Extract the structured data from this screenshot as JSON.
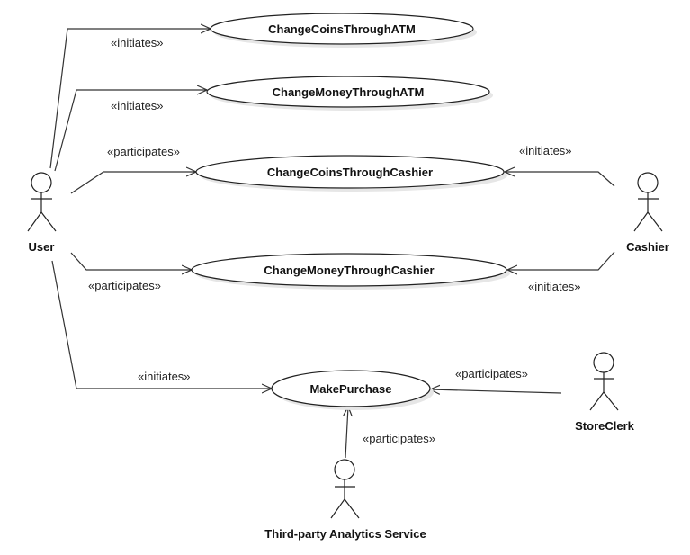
{
  "diagram": {
    "type": "UML use case diagram",
    "actors": [
      {
        "id": "user",
        "label": "User"
      },
      {
        "id": "cashier",
        "label": "Cashier"
      },
      {
        "id": "storeclerk",
        "label": "StoreClerk"
      },
      {
        "id": "analytics",
        "label": "Third-party Analytics Service"
      }
    ],
    "use_cases": [
      {
        "id": "uc1",
        "label": "ChangeCoinsThroughATM"
      },
      {
        "id": "uc2",
        "label": "ChangeMoneyThroughATM"
      },
      {
        "id": "uc3",
        "label": "ChangeCoinsThroughCashier"
      },
      {
        "id": "uc4",
        "label": "ChangeMoneyThroughCashier"
      },
      {
        "id": "uc5",
        "label": "MakePurchase"
      }
    ],
    "associations": [
      {
        "from": "user",
        "to": "uc1",
        "stereotype": "«initiates»"
      },
      {
        "from": "user",
        "to": "uc2",
        "stereotype": "«initiates»"
      },
      {
        "from": "user",
        "to": "uc3",
        "stereotype": "«participates»"
      },
      {
        "from": "user",
        "to": "uc4",
        "stereotype": "«participates»"
      },
      {
        "from": "user",
        "to": "uc5",
        "stereotype": "«initiates»"
      },
      {
        "from": "cashier",
        "to": "uc3",
        "stereotype": "«initiates»"
      },
      {
        "from": "cashier",
        "to": "uc4",
        "stereotype": "«initiates»"
      },
      {
        "from": "storeclerk",
        "to": "uc5",
        "stereotype": "«participates»"
      },
      {
        "from": "analytics",
        "to": "uc5",
        "stereotype": "«participates»"
      }
    ]
  }
}
